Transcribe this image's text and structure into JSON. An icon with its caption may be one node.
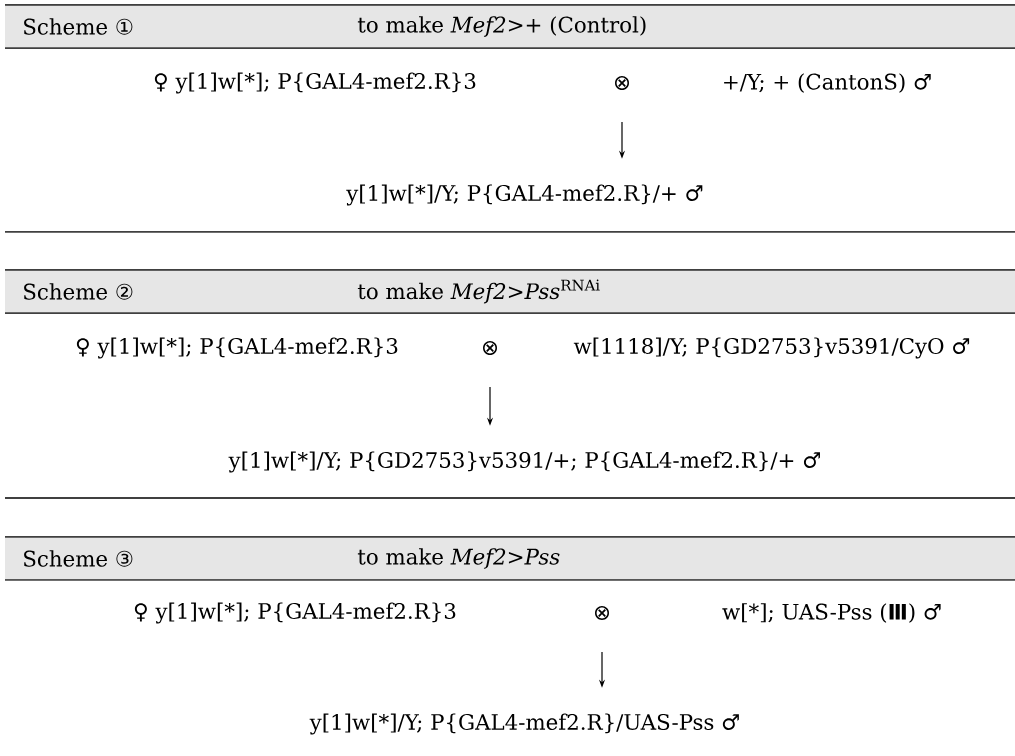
{
  "diagram": {
    "nodes": [
      {
        "text": [
          "Scheme ①",
          "to make *Mef2>+* (Control)"
        ]
      },
      {
        "text": [
          "♀ y[1]w[*]; P{GAL4-mef2.R}3",
          "⊗",
          "+/Y; + (CantonS) ♂"
        ]
      },
      {
        "text": [
          "y[1]w[*]/Y; P{GAL4-mef2.R}/+ ♂"
        ]
      },
      {
        "text": [
          "Scheme ②",
          "to make *Mef2>Pss*$^{RNAi}$"
        ]
      },
      {
        "text": [
          "♀ y[1]w[*]; P{GAL4-mef2.R}3",
          "⊗",
          "w[1118]/Y; P{GD2753}v5391/CyO ♂"
        ]
      },
      {
        "text": [
          "y[1]w[*]/Y; P{GD2753}v5391/+; P{GAL4-mef2.R}/+ ♂"
        ]
      },
      {
        "text": [
          "Scheme ③",
          "to make *Mef2>Pss*"
        ]
      },
      {
        "text": [
          "♀ y[1]w[*]; P{GAL4-mef2.R}3",
          "⊗",
          "w[*]; UAS-Pss (**Ⅲ**) ♂"
        ]
      },
      {
        "text": [
          "y[1]w[*]/Y; P{GAL4-mef2.R}/UAS-Pss ♂"
        ]
      }
    ],
    "edges": [
      {
        "from": 1,
        "to": 2,
        "arrow": "to"
      },
      {
        "from": 4,
        "to": 5,
        "arrow": "to"
      },
      {
        "from": 7,
        "to": 8,
        "arrow": "to"
      }
    ]
  }
}
